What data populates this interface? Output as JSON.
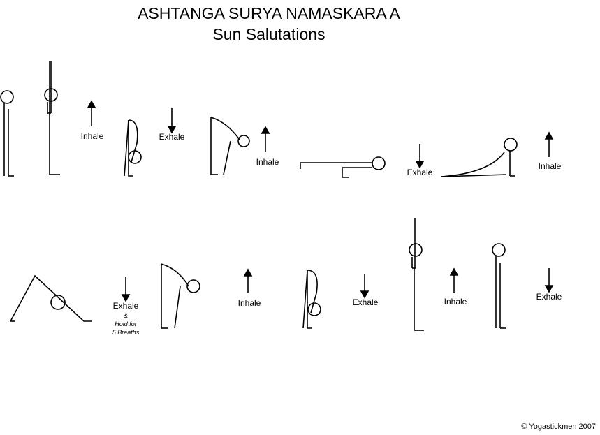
{
  "title": "ASHTANGA SURYA NAMASKARA A",
  "subtitle": "Sun Salutations",
  "breath_labels": {
    "row1": [
      "Inhale",
      "Exhale",
      "Inhale",
      "Exhale",
      "Inhale"
    ],
    "row2": [
      "Exhale",
      "Inhale",
      "Exhale",
      "Inhale",
      "Exhale"
    ]
  },
  "hold_note": {
    "amp": "&",
    "line1": "Hold for",
    "line2": "5 Breaths"
  },
  "copyright": "© Yogastickmen 2007"
}
